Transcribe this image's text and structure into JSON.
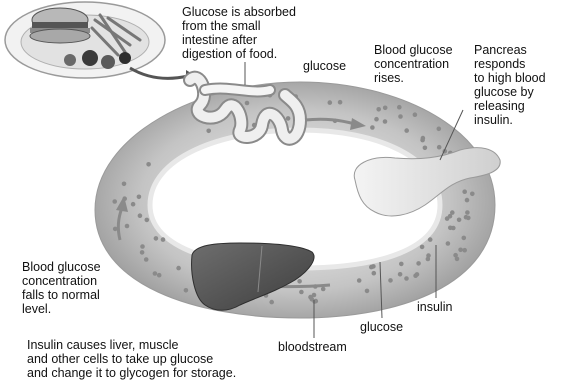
{
  "labels": {
    "absorbed": "Glucose is absorbed\nfrom the small\nintestine after\ndigestion of food.",
    "glucose_top": "glucose",
    "rises": "Blood glucose\nconcentration\nrises.",
    "pancreas": "Pancreas\nresponds\nto high blood\nglucose by\nreleasing\ninsulin.",
    "falls": "Blood glucose\nconcentration\nfalls to normal\nlevel.",
    "insulin": "insulin",
    "glucose_bottom": "glucose",
    "bloodstream": "bloodstream",
    "liver_note": "Insulin causes liver, muscle\nand other cells to take up glucose\nand change it to glycogen for storage."
  },
  "colors": {
    "ring": "#c8c8c8",
    "ring_dark": "#8c8c8c",
    "liver": "#5a5a5a",
    "pancreas": "#e6e6e6",
    "intestine": "#eeeeee",
    "arrow": "#8a8a8a"
  }
}
